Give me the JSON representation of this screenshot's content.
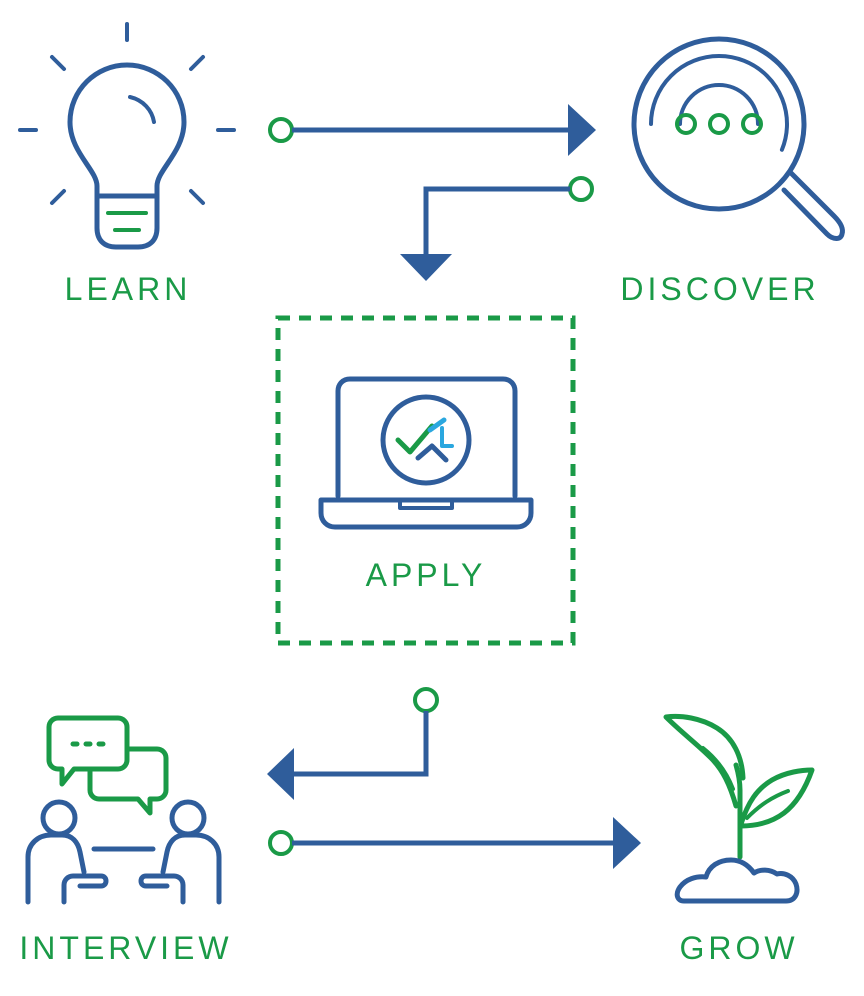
{
  "colors": {
    "blue": "#2f5d9b",
    "green": "#1a9a47",
    "light_blue": "#2aa7df"
  },
  "steps": {
    "learn": {
      "label": "LEARN",
      "icon": "lightbulb-icon"
    },
    "discover": {
      "label": "DISCOVER",
      "icon": "magnifying-glass-icon"
    },
    "apply": {
      "label": "APPLY",
      "icon": "laptop-checkmark-icon"
    },
    "interview": {
      "label": "INTERVIEW",
      "icon": "interview-people-chat-icon"
    },
    "grow": {
      "label": "GROW",
      "icon": "sprout-plant-icon"
    }
  }
}
